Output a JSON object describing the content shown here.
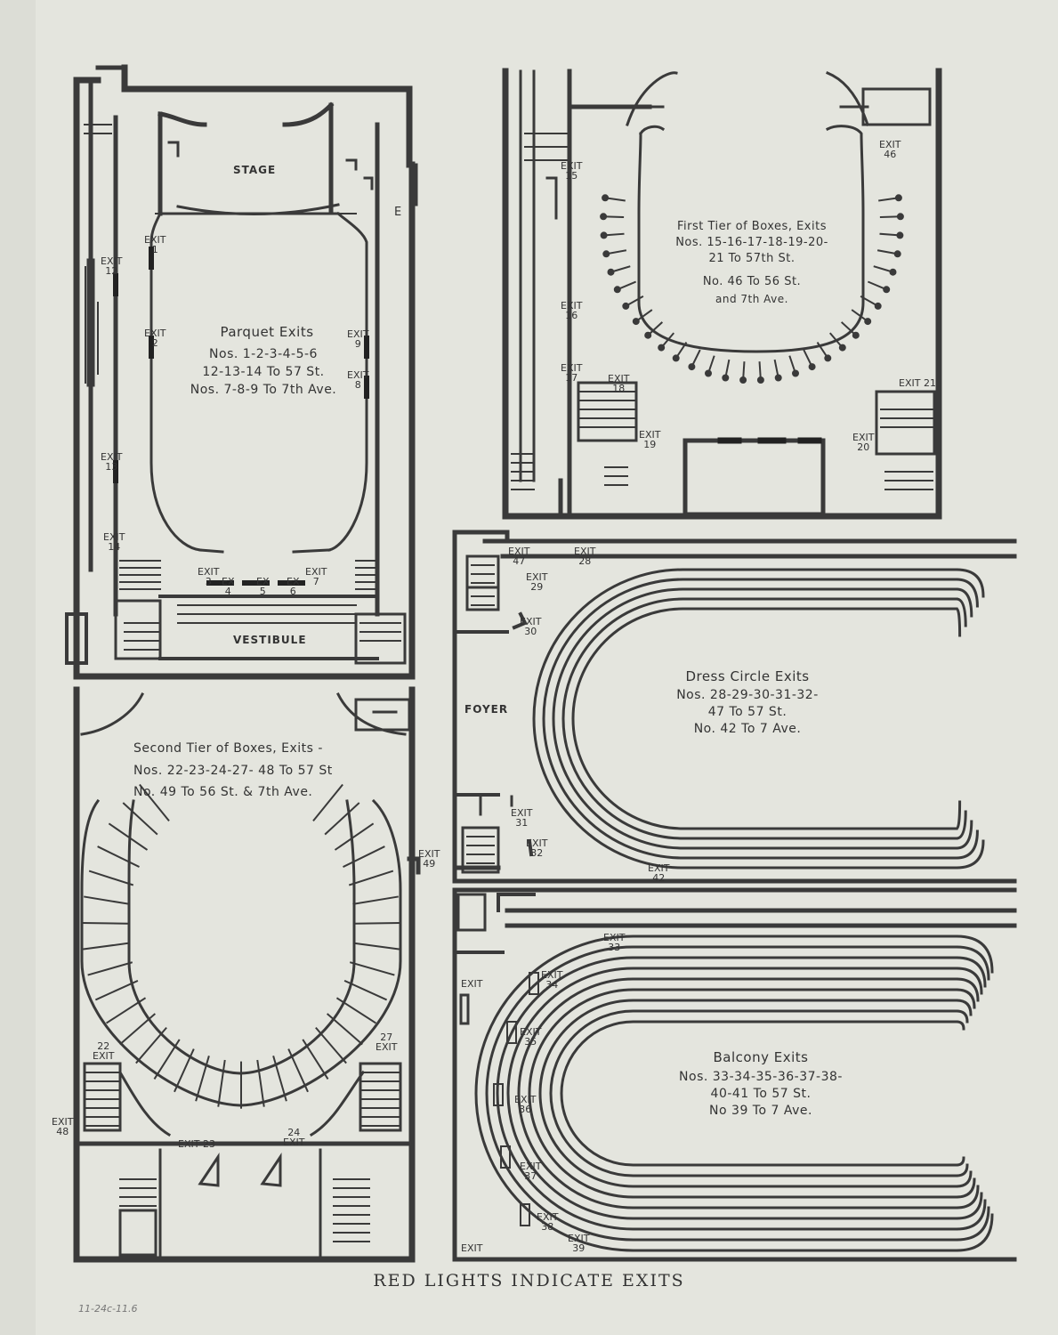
{
  "parquet": {
    "room_stage": "STAGE",
    "room_vestibule": "VESTIBULE",
    "title": "Parquet Exits",
    "line1": "Nos. 1-2-3-4-5-6",
    "line2": "12-13-14 To 57 St.",
    "line3": "Nos. 7-8-9 To 7th Ave.",
    "exits": [
      {
        "id": "p1",
        "label": "EXIT",
        "num": "1"
      },
      {
        "id": "p2",
        "label": "EXIT",
        "num": "2"
      },
      {
        "id": "p12",
        "label": "EXIT",
        "num": "12"
      },
      {
        "id": "p13",
        "label": "EXIT",
        "num": "13"
      },
      {
        "id": "p14",
        "label": "EXIT",
        "num": "14"
      },
      {
        "id": "p9",
        "label": "EXIT",
        "num": "9"
      },
      {
        "id": "p8",
        "label": "EXIT",
        "num": "8"
      },
      {
        "id": "p3",
        "label": "EXIT",
        "num": "3"
      },
      {
        "id": "p4",
        "label": "EX",
        "num": "4"
      },
      {
        "id": "p5",
        "label": "EX",
        "num": "5"
      },
      {
        "id": "p6",
        "label": "EX",
        "num": "6"
      },
      {
        "id": "p7",
        "label": "EXIT",
        "num": "7"
      }
    ],
    "mark_e": "E"
  },
  "first_tier": {
    "title": "First Tier of Boxes, Exits",
    "line1": "Nos. 15-16-17-18-19-20-",
    "line2": "21 To 57th St.",
    "line3": "No. 46 To 56 St.",
    "line4": "and 7th Ave.",
    "exits": [
      {
        "id": "f15",
        "label": "EXIT",
        "num": "15"
      },
      {
        "id": "f16",
        "label": "EXIT",
        "num": "16"
      },
      {
        "id": "f17",
        "label": "EXIT",
        "num": "17"
      },
      {
        "id": "f18",
        "label": "EXIT",
        "num": "18"
      },
      {
        "id": "f19",
        "label": "EXIT",
        "num": "19"
      },
      {
        "id": "f20",
        "label": "EXIT",
        "num": "20"
      },
      {
        "id": "f21",
        "label": "EXIT",
        "num": "21"
      },
      {
        "id": "f46",
        "label": "EXIT",
        "num": "46"
      }
    ]
  },
  "second_tier": {
    "title": "Second Tier of Boxes, Exits -",
    "line1": "Nos. 22-23-24-27- 48 To 57 St",
    "line2": "No. 49 To 56 St. & 7th Ave.",
    "exits": [
      {
        "id": "s22",
        "label": "EXIT",
        "num": "22"
      },
      {
        "id": "s23",
        "label": "EXIT",
        "num": "23"
      },
      {
        "id": "s24",
        "label": "EXIT",
        "num": "24"
      },
      {
        "id": "s27",
        "label": "EXIT",
        "num": "27"
      },
      {
        "id": "s48",
        "label": "EXIT",
        "num": "48"
      },
      {
        "id": "s49",
        "label": "EXIT",
        "num": "49"
      }
    ]
  },
  "dress_circle": {
    "room_foyer": "FOYER",
    "title": "Dress Circle Exits",
    "line1": "Nos. 28-29-30-31-32-",
    "line2": "47 To 57 St.",
    "line3": "No. 42 To 7 Ave.",
    "exits": [
      {
        "id": "d47",
        "label": "EXIT",
        "num": "47"
      },
      {
        "id": "d28",
        "label": "EXIT",
        "num": "28"
      },
      {
        "id": "d29",
        "label": "EXIT",
        "num": "29"
      },
      {
        "id": "d30",
        "label": "EXIT",
        "num": "30"
      },
      {
        "id": "d31",
        "label": "EXIT",
        "num": "31"
      },
      {
        "id": "d32",
        "label": "EXIT",
        "num": "32"
      },
      {
        "id": "d42",
        "label": "EXIT",
        "num": "42"
      }
    ]
  },
  "balcony": {
    "title": "Balcony Exits",
    "line1": "Nos. 33-34-35-36-37-38-",
    "line2": "40-41 To 57 St.",
    "line3": "No 39 To 7 Ave.",
    "exits": [
      {
        "id": "b33",
        "label": "EXIT",
        "num": "33"
      },
      {
        "id": "b34",
        "label": "EXIT",
        "num": "34"
      },
      {
        "id": "b35",
        "label": "EXIT",
        "num": "35"
      },
      {
        "id": "b36",
        "label": "EXIT",
        "num": "36"
      },
      {
        "id": "b37",
        "label": "EXIT",
        "num": "37"
      },
      {
        "id": "b38",
        "label": "EXIT",
        "num": "38"
      },
      {
        "id": "b39",
        "label": "EXIT",
        "num": "39"
      },
      {
        "id": "bx1",
        "label": "EXIT",
        "num": ""
      },
      {
        "id": "bx2",
        "label": "EXIT",
        "num": ""
      }
    ]
  },
  "footer": "RED LIGHTS INDICATE EXITS",
  "pencil_note": "11-24c-11.6",
  "colors": {
    "paper": "#e4e5de",
    "ink": "#3a3a3a",
    "margin": "#dcddd6"
  }
}
